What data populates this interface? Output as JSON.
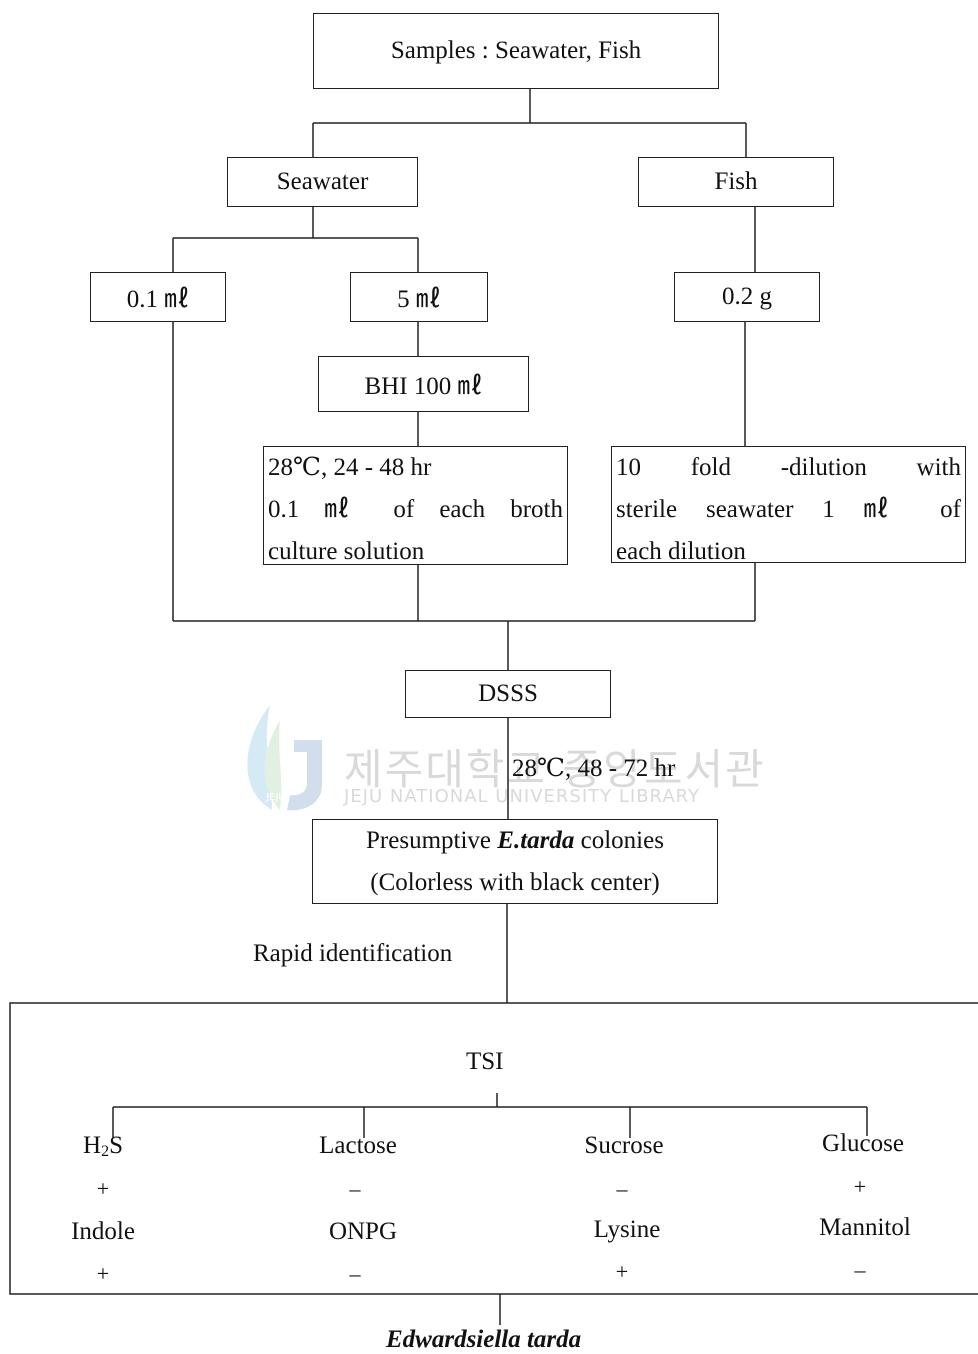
{
  "samples_label": "Samples : Seawater, Fish",
  "seawater": {
    "label": "Seawater",
    "direct_volume": "0.1 ㎖",
    "enrich_volume": "5 ㎖",
    "enrich_medium": "BHI 100 ㎖",
    "incubation_lines": [
      "28℃, 24 - 48 hr",
      "0.1 ㎖ of each broth",
      "culture solution"
    ]
  },
  "fish": {
    "label": "Fish",
    "amount": "0.2 g",
    "dilution_lines": [
      "10 fold -dilution with",
      "sterile seawater 1 ㎖ of",
      "each dilution"
    ]
  },
  "plate_medium": "DSSS",
  "plate_incubation": "28℃, 48 - 72 hr",
  "colonies": {
    "line1_prefix": "Presumptive ",
    "line1_species": "E.tarda",
    "line1_suffix": " colonies",
    "line2": "(Colorless with black center)"
  },
  "rapid_identification": "Rapid identification",
  "tsi_label": "TSI",
  "tests": [
    {
      "name": "H2S",
      "result": "+",
      "test2": "Indole",
      "result2": "+"
    },
    {
      "name": "Lactose",
      "result": "–",
      "test2": "ONPG",
      "result2": "–"
    },
    {
      "name": "Sucrose",
      "result": "–",
      "test2": "Lysine",
      "result2": "+"
    },
    {
      "name": "Glucose",
      "result": "+",
      "test2": "Mannitol",
      "result2": "–"
    }
  ],
  "final_species": "Edwardsiella tarda",
  "watermark": {
    "korean": "제주대학교 중앙도서관",
    "english": "JEJU NATIONAL UNIVERSITY LIBRARY",
    "logo_text": "JEJU"
  }
}
